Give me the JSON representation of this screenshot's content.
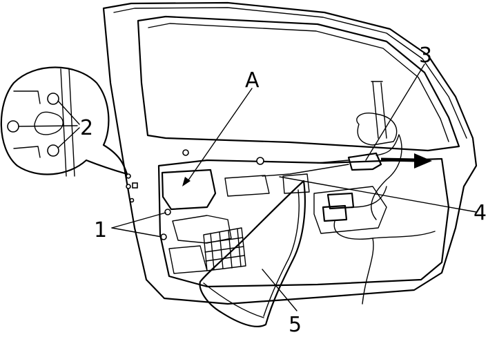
{
  "diagram": {
    "callouts": [
      {
        "id": "callout-1",
        "text": "1"
      },
      {
        "id": "callout-2",
        "text": "2"
      },
      {
        "id": "callout-3",
        "text": "3"
      },
      {
        "id": "callout-4",
        "text": "4"
      },
      {
        "id": "callout-5",
        "text": "5"
      },
      {
        "id": "callout-a",
        "text": "A"
      }
    ],
    "colors": {
      "line": "#000000",
      "background": "#ffffff",
      "shade": "#e6e6e6"
    }
  }
}
